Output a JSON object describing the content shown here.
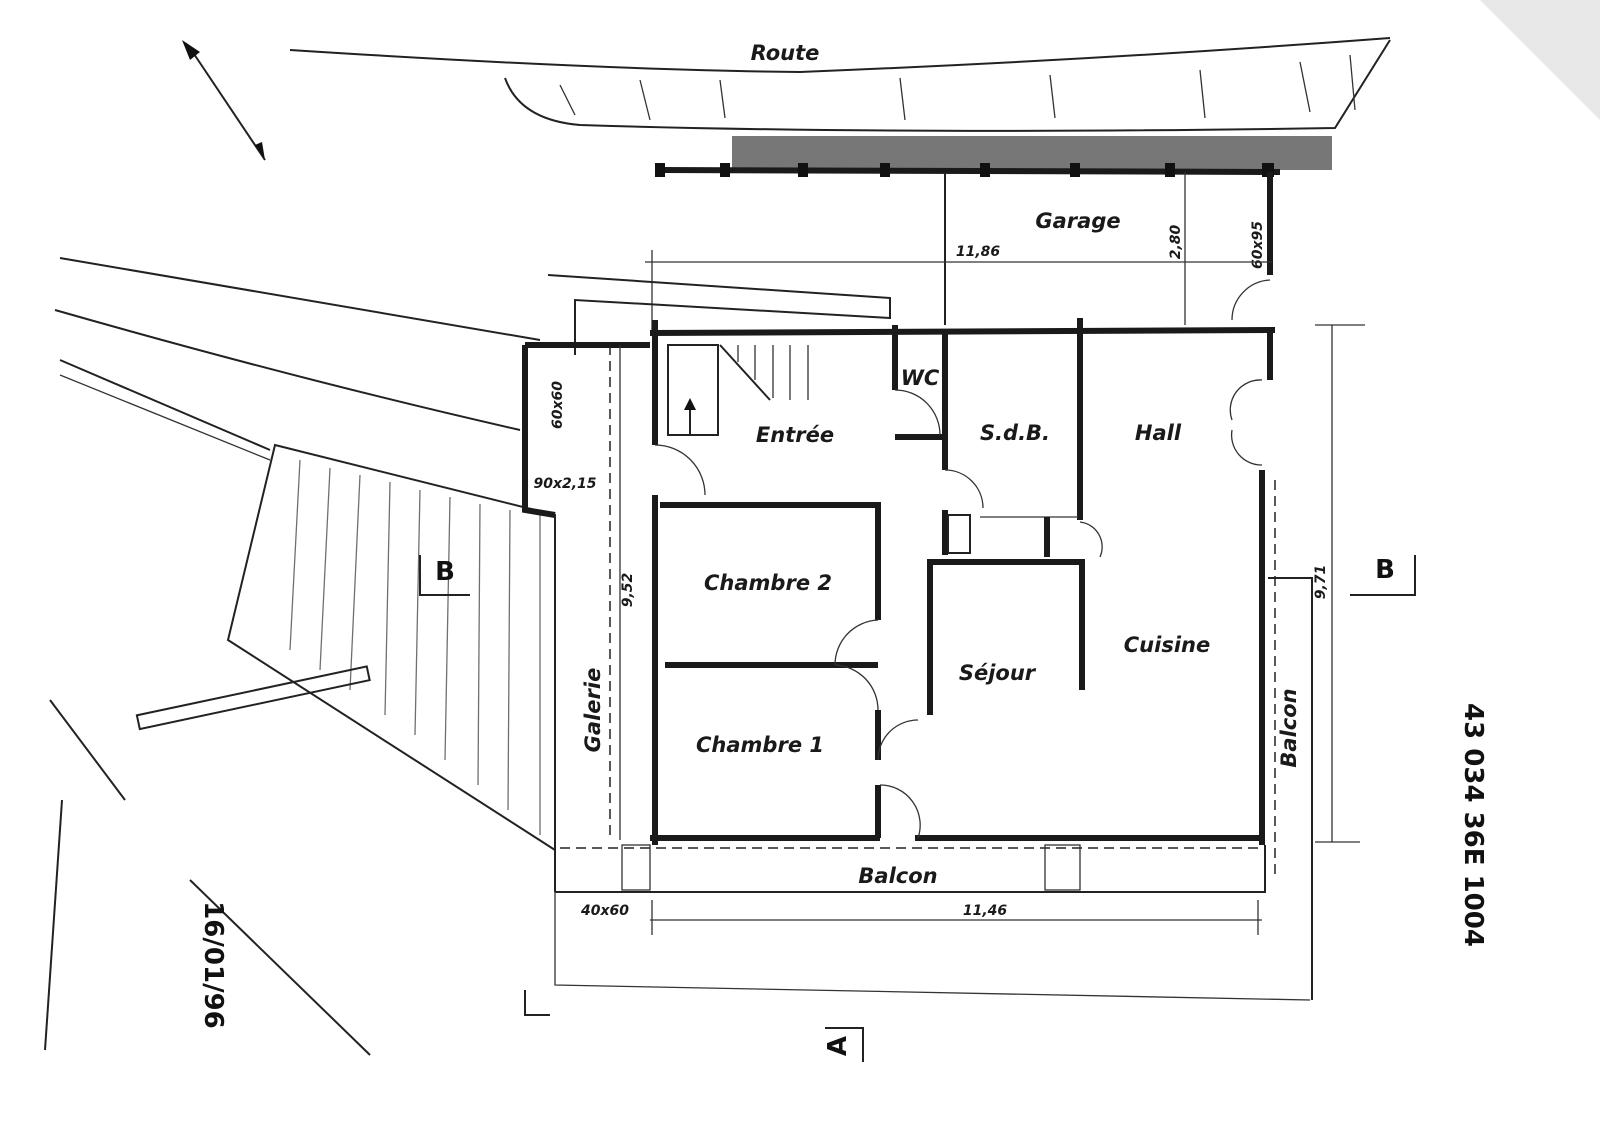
{
  "plan": {
    "road": "Route",
    "rooms": {
      "garage": "Garage",
      "wc": "WC",
      "entree": "Entrée",
      "sdb": "S.d.B.",
      "hall": "Hall",
      "chambre2": "Chambre 2",
      "chambre1": "Chambre 1",
      "sejour": "Séjour",
      "cuisine": "Cuisine",
      "galerie": "Galerie",
      "balcon_right": "Balcon",
      "balcon_bottom": "Balcon"
    },
    "dimensions": {
      "width_top": "11,86",
      "garage_depth": "2,80",
      "garage_window": "60x95",
      "window_left": "60x60",
      "door_left": "90x2,15",
      "height_left": "9,52",
      "height_right": "9,71",
      "window_bottom": "40x60",
      "width_bottom": "11,46"
    },
    "sections": {
      "b_left": "B",
      "b_right": "B",
      "a": "A"
    },
    "annotations": {
      "date": "16/01/96",
      "reference": "43 034 36E 1004"
    }
  }
}
